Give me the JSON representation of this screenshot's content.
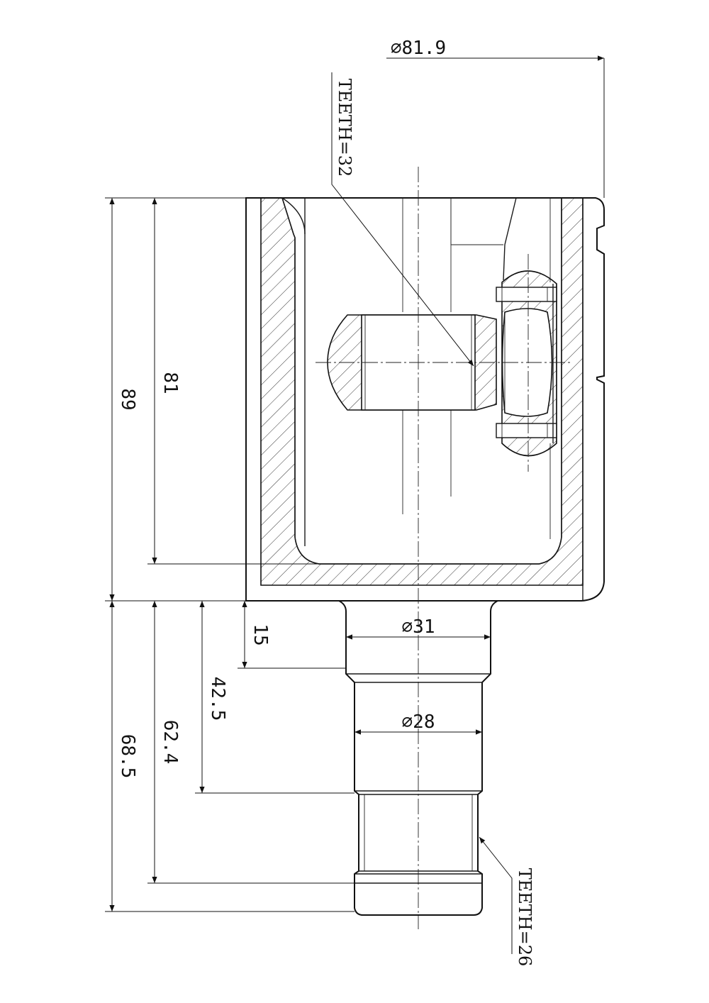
{
  "dimensions": {
    "outer_diameter": "∅81.9",
    "body_length_total": "89",
    "body_length_inner": "81",
    "shaft_shoulder": "15",
    "shaft_diameter_1": "∅31",
    "shaft_diameter_2": "∅28",
    "shaft_len_1": "42.5",
    "shaft_len_2": "62.4",
    "shaft_len_3": "68.5"
  },
  "notes": {
    "teeth_housing": "TEETH=32",
    "teeth_shaft": "TEETH=26"
  }
}
